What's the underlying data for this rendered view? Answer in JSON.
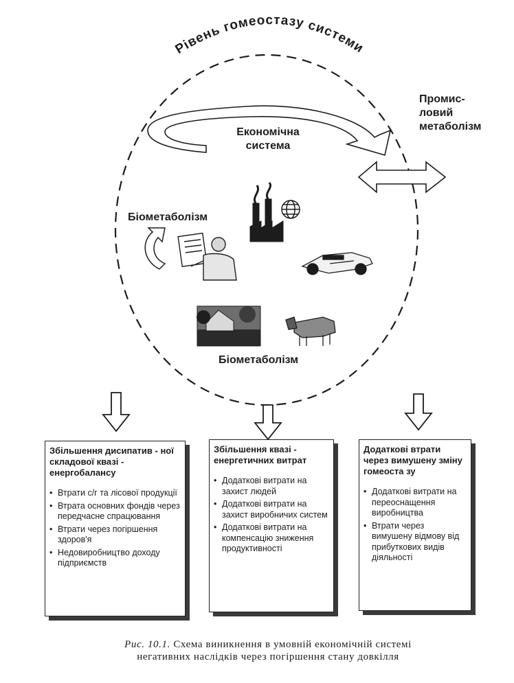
{
  "diagram": {
    "arc_label": "Рівень гомеостазу системи",
    "industrial_label": "Промисловий метаболізм",
    "industrial_label_line1": "Промис-",
    "industrial_label_line2": "ловий",
    "industrial_label_line3": "метаболізм",
    "economic_line1": "Економічна",
    "economic_line2": "система",
    "biomet_left": "Біометаболізм",
    "biomet_bottom": "Біометаболізм",
    "icons": [
      "factory-icon",
      "globe-icon",
      "scientist-icon",
      "race-car-icon",
      "landscape-icon",
      "cow-icon",
      "curved-arrow-icon",
      "double-arrow-icon"
    ]
  },
  "boxes": [
    {
      "title": "Збільшення дисипатив - ної складової квазі - енергобалансу",
      "items": [
        "Втрати с/г та лісової продукції",
        "Втрата основних фондів через передчасне спрацювання",
        "Втрати через погіршення здоров'я",
        "Недовиробництво доходу підприємств"
      ]
    },
    {
      "title": "Збільшення квазі - енергетичних витрат",
      "items": [
        "Додаткові витрати на захист людей",
        "Додаткові витрати на захист виробничих систем",
        "Додаткові витрати на компенсацію зниження продуктивності"
      ]
    },
    {
      "title": "Додаткові втрати через вимушену зміну гомеоста зу",
      "items": [
        "Додаткові витрати на переоснащення виробництва",
        "Втрати через вимушену відмову від прибуткових видів діяльності"
      ]
    }
  ],
  "caption": {
    "lead": "Рис. 10.1.",
    "line1": "Схема виникнення в умовній економічній системі",
    "line2": "негативних наслідків через погіршення стану довкілля"
  }
}
